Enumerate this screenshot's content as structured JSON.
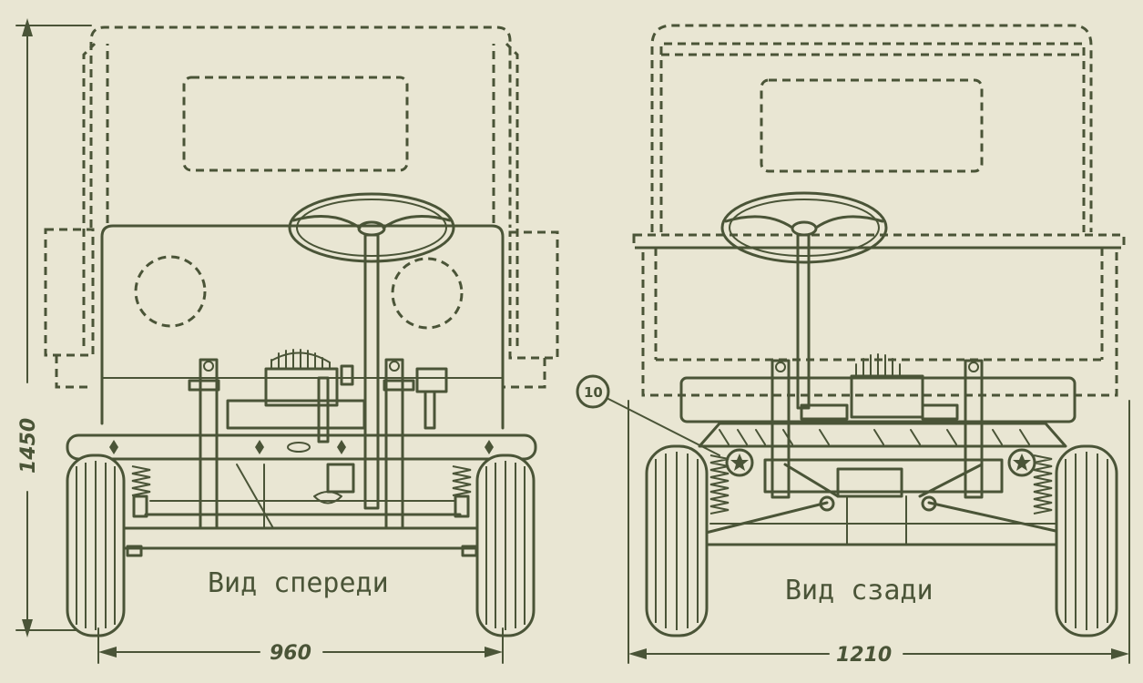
{
  "front_view": {
    "caption": "Вид спереди",
    "height_dimension": "1450",
    "width_dimension": "960"
  },
  "rear_view": {
    "caption": "Вид сзади",
    "width_dimension": "1210",
    "callout_number": "10"
  },
  "colors": {
    "paper": "#e9e6d3",
    "ink": "#4a5437"
  }
}
